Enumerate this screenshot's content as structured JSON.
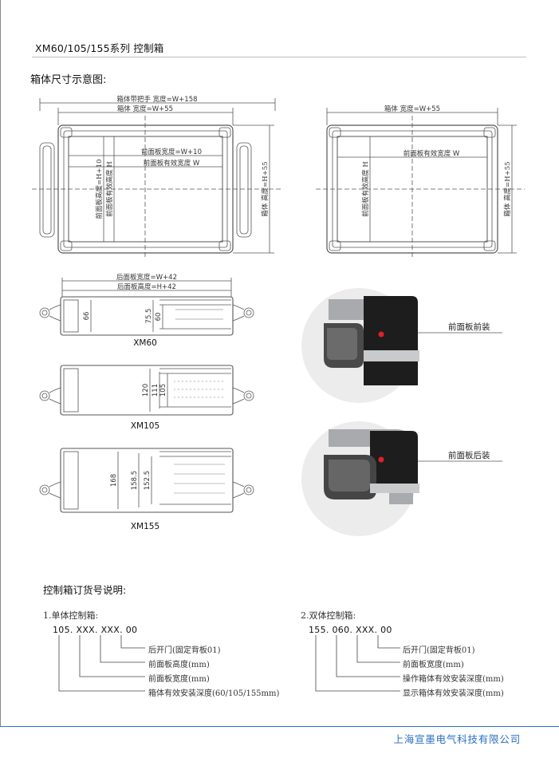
{
  "header": {
    "title": "XM60/105/155系列  控制箱"
  },
  "section_title": "箱体尺寸示意图:",
  "drawing_front_a": {
    "dim_handle_width": "箱体带把手 宽度=W+158",
    "dim_box_width": "箱体 宽度=W+55",
    "dim_panel_width": "前面板宽度=W+10",
    "dim_effective_width": "前面板有效宽度  W",
    "dim_panel_height": "前面板高度=H+10",
    "dim_effective_height": "前面板有效高度 H",
    "dim_box_height": "箱体 高度=H+55"
  },
  "drawing_front_b": {
    "dim_box_width": "箱体 宽度=W+55",
    "dim_effective_width": "前面板有效宽度  W",
    "dim_effective_height": "前面板有效高度 H",
    "dim_box_height": "箱体 高度=H+55"
  },
  "drawing_top": {
    "dim_rear_width": "后面板宽度=W+42",
    "dim_rear_height": "后面板高度=H+42"
  },
  "profiles": [
    {
      "model": "XM60",
      "d1": "66",
      "d2": "75.5",
      "d3": "60"
    },
    {
      "model": "XM105",
      "d1": "120",
      "d2": "111",
      "d3": "105"
    },
    {
      "model": "XM155",
      "d1": "168",
      "d2": "158.5",
      "d3": "152.5"
    }
  ],
  "mount_options": [
    {
      "label": "前面板前装"
    },
    {
      "label": "前面板后装"
    }
  ],
  "ordering": {
    "title": "控制箱订货号说明:",
    "single": {
      "label": "1.单体控制箱:",
      "code": "105. XXX. XXX. 00",
      "items": [
        "后开门(固定背板01)",
        "前面板高度(mm)",
        "前面板宽度(mm)",
        "箱体有效安装深度(60/105/155mm)"
      ]
    },
    "double": {
      "label": "2.双体控制箱:",
      "code": "155. 060. XXX. 00",
      "items": [
        "后开门(固定背板01)",
        "前面板宽度(mm)",
        "操作箱体有效安装深度(mm)",
        "显示箱体有效安装深度(mm)"
      ]
    }
  },
  "footer": {
    "company": "上海宣墨电气科技有限公司"
  },
  "colors": {
    "accent": "#2a6fc0",
    "line": "#555555",
    "red_dot": "#e0202a"
  }
}
